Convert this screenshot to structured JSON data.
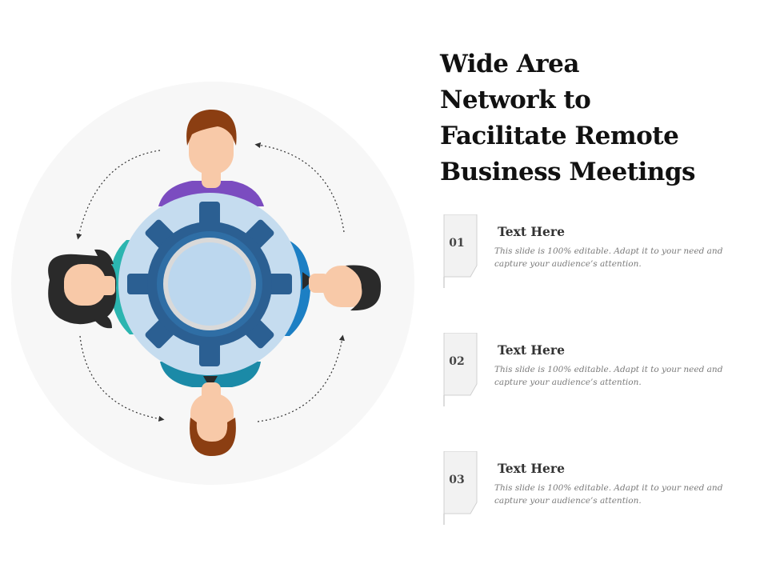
{
  "title_lines": [
    "Wide Area",
    "Network to",
    "Facilitate Remote",
    "Business Meetings"
  ],
  "items": [
    {
      "number": "01",
      "heading": "Text Here",
      "body": "This slide is 100% editable. Adapt it to your need and capture your audience’s attention."
    },
    {
      "number": "02",
      "heading": "Text Here",
      "body": "This slide is 100% editable. Adapt it to your need and capture your audience’s attention."
    },
    {
      "number": "03",
      "heading": "Text Here",
      "body": "This slide is 100% editable. Adapt it to your need and capture your audience’s attention."
    }
  ],
  "colors": {
    "background_circle": "#f7f7f7",
    "table": "#c5dcef",
    "gear": "#2b5f92",
    "gear_inner": "#2f6ea5",
    "hair_brown": "#8b3e12",
    "hair_black": "#2a2a2a",
    "skin": "#f8c9a8",
    "shirt_purple": "#7b4cc0",
    "shirt_teal": "#2bb5b0",
    "shirt_blue": "#1c7fc4",
    "shirt_dark_teal": "#1b8aa7"
  },
  "icons": [
    "gear-icon",
    "person-top-icon",
    "person-left-icon",
    "person-right-icon",
    "person-bottom-icon",
    "cycle-arrows-icon"
  ]
}
